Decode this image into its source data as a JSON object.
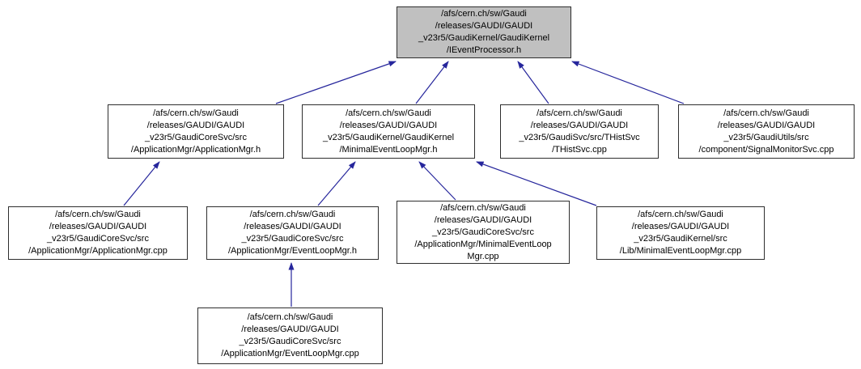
{
  "colors": {
    "edge": "#26269c",
    "node_border": "#2e2e2e",
    "node_fill": "#ffffff",
    "root_node_fill": "#c0c0c0",
    "text": "#000000",
    "background": "#ffffff"
  },
  "nodes": [
    {
      "id": "IEventProcessor.h",
      "lines": [
        "/afs/cern.ch/sw/Gaudi",
        "/releases/GAUDI/GAUDI",
        "_v23r5/GaudiKernel/GaudiKernel",
        "/IEventProcessor.h"
      ]
    },
    {
      "id": "ApplicationMgr.h",
      "lines": [
        "/afs/cern.ch/sw/Gaudi",
        "/releases/GAUDI/GAUDI",
        "_v23r5/GaudiCoreSvc/src",
        "/ApplicationMgr/ApplicationMgr.h"
      ]
    },
    {
      "id": "MinimalEventLoopMgr.h",
      "lines": [
        "/afs/cern.ch/sw/Gaudi",
        "/releases/GAUDI/GAUDI",
        "_v23r5/GaudiKernel/GaudiKernel",
        "/MinimalEventLoopMgr.h"
      ]
    },
    {
      "id": "THistSvc.cpp",
      "lines": [
        "/afs/cern.ch/sw/Gaudi",
        "/releases/GAUDI/GAUDI",
        "_v23r5/GaudiSvc/src/THistSvc",
        "/THistSvc.cpp"
      ]
    },
    {
      "id": "SignalMonitorSvc.cpp",
      "lines": [
        "/afs/cern.ch/sw/Gaudi",
        "/releases/GAUDI/GAUDI",
        "_v23r5/GaudiUtils/src",
        "/component/SignalMonitorSvc.cpp"
      ]
    },
    {
      "id": "ApplicationMgr.cpp",
      "lines": [
        "/afs/cern.ch/sw/Gaudi",
        "/releases/GAUDI/GAUDI",
        "_v23r5/GaudiCoreSvc/src",
        "/ApplicationMgr/ApplicationMgr.cpp"
      ]
    },
    {
      "id": "EventLoopMgr.h",
      "lines": [
        "/afs/cern.ch/sw/Gaudi",
        "/releases/GAUDI/GAUDI",
        "_v23r5/GaudiCoreSvc/src",
        "/ApplicationMgr/EventLoopMgr.h"
      ]
    },
    {
      "id": "ApplicationMgr/MinimalEventLoopMgr.cpp",
      "lines": [
        "/afs/cern.ch/sw/Gaudi",
        "/releases/GAUDI/GAUDI",
        "_v23r5/GaudiCoreSvc/src",
        "/ApplicationMgr/MinimalEventLoop",
        "Mgr.cpp"
      ]
    },
    {
      "id": "Lib/MinimalEventLoopMgr.cpp",
      "lines": [
        "/afs/cern.ch/sw/Gaudi",
        "/releases/GAUDI/GAUDI",
        "_v23r5/GaudiKernel/src",
        "/Lib/MinimalEventLoopMgr.cpp"
      ]
    },
    {
      "id": "EventLoopMgr.cpp",
      "lines": [
        "/afs/cern.ch/sw/Gaudi",
        "/releases/GAUDI/GAUDI",
        "_v23r5/GaudiCoreSvc/src",
        "/ApplicationMgr/EventLoopMgr.cpp"
      ]
    }
  ],
  "edges": [
    {
      "from": "ApplicationMgr.h",
      "to": "IEventProcessor.h"
    },
    {
      "from": "MinimalEventLoopMgr.h",
      "to": "IEventProcessor.h"
    },
    {
      "from": "THistSvc.cpp",
      "to": "IEventProcessor.h"
    },
    {
      "from": "SignalMonitorSvc.cpp",
      "to": "IEventProcessor.h"
    },
    {
      "from": "ApplicationMgr.cpp",
      "to": "ApplicationMgr.h"
    },
    {
      "from": "EventLoopMgr.h",
      "to": "MinimalEventLoopMgr.h"
    },
    {
      "from": "ApplicationMgr/MinimalEventLoopMgr.cpp",
      "to": "MinimalEventLoopMgr.h"
    },
    {
      "from": "Lib/MinimalEventLoopMgr.cpp",
      "to": "MinimalEventLoopMgr.h"
    },
    {
      "from": "EventLoopMgr.cpp",
      "to": "EventLoopMgr.h"
    }
  ]
}
